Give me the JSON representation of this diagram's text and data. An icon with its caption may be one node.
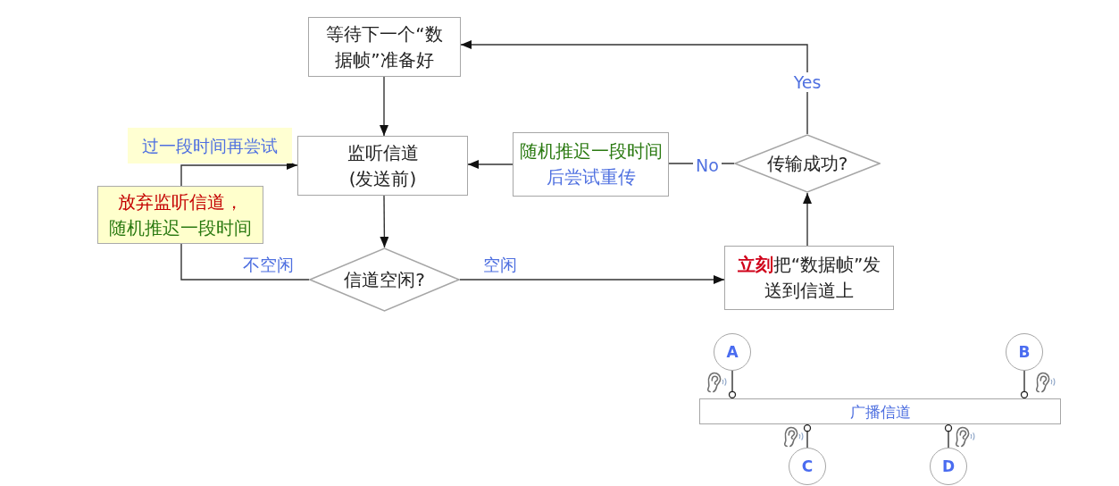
{
  "diagram": {
    "nodes": [
      {
        "text": [
          "等待下一个“数据帧”准备好"
        ]
      },
      {
        "text": [
          "监听信道(发送前)"
        ]
      },
      {
        "text": [
          "随机推迟一段时间",
          "后尝试重传"
        ]
      },
      {
        "text": [
          "传输成功?"
        ]
      },
      {
        "text": [
          "放弃监听信道，",
          "随机推迟一段时间"
        ]
      },
      {
        "text": [
          "信道空闲?"
        ]
      },
      {
        "text": [
          "**立刻**把“数据帧”发送到信道上"
        ]
      },
      {
        "text": [
          "A"
        ]
      },
      {
        "text": [
          "B"
        ]
      },
      {
        "text": [
          "广播信道"
        ]
      },
      {
        "text": [
          "C"
        ]
      },
      {
        "text": [
          "D"
        ]
      }
    ],
    "edges": [
      {
        "from": 0,
        "to": 1,
        "arrow": "to"
      },
      {
        "from": 1,
        "to": 5,
        "arrow": "to"
      },
      {
        "from": 5,
        "to": 6,
        "arrow": "to",
        "label": "空闲"
      },
      {
        "from": 5,
        "to": 4,
        "arrow": "none",
        "label": "不空闲"
      },
      {
        "from": 4,
        "to": 1,
        "arrow": "to",
        "label": "过一段时间再尝试"
      },
      {
        "from": 6,
        "to": 3,
        "arrow": "to"
      },
      {
        "from": 3,
        "to": 2,
        "arrow": "none",
        "label": "No"
      },
      {
        "from": 2,
        "to": 1,
        "arrow": "to"
      },
      {
        "from": 3,
        "to": 0,
        "arrow": "to",
        "label": "Yes"
      },
      {
        "from": 7,
        "to": 9,
        "arrow": "other"
      },
      {
        "from": 8,
        "to": 9,
        "arrow": "other"
      },
      {
        "from": 10,
        "to": 9,
        "arrow": "other"
      },
      {
        "from": 11,
        "to": 9,
        "arrow": "other"
      }
    ]
  }
}
